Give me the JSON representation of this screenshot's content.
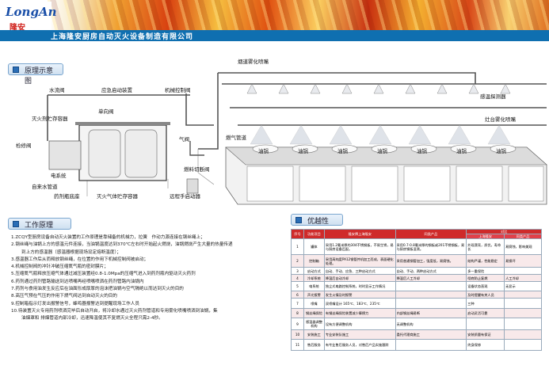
{
  "header": {
    "logo_text": "LongAn",
    "logo_cn": "隆安",
    "company": "上海隆安厨房自动灭火设备制造有限公司"
  },
  "sections": {
    "diagram_title": "原理示意图",
    "process_title": "工作原理",
    "advantage_title": "优越性"
  },
  "diagram_labels": {
    "smoke_hood": "烟道雾化喷嘴",
    "water_valve": "水流阀",
    "emergency": "应急启动装置",
    "mech_control": "机械控制阀",
    "extinguish_container": "灭火剂贮存容器",
    "check_valve": "单向阀",
    "temp_detector": "感温探测器",
    "cooktop_nozzle": "灶台雾化喷嘴",
    "gas_pipe": "燃气管道",
    "detector_line": "检修阀",
    "gas_valve": "气阀",
    "electric": "电系统",
    "fuel_valve": "燃料切断阀",
    "tap_water": "自来水管道",
    "agent_storage": "药剂瓶底座",
    "gas_storage": "灭火气体贮存容器",
    "remote_start": "远程手启动器",
    "wok": "油锅"
  },
  "process_steps": [
    "1.ZCQY型厨房设备自动灭火装置的工作原理是靠储备的机械力，拉簧　作动力源连接在钢丝绳上；",
    "2.钢丝绳与油锅上方的感温元件连接，当油锅温度达到370℃左右时开始起火燃烧，油锅燃烧产生大量的热量传递",
    "到上方的感温器（感温器根据现场设定熔断温度）；",
    "3.感温器工作后从而释放钢丝绳，在位置的作用下机械控制阀被启动；",
    "4.机械控制阀的冲针冲破压缩氮气瓶的密封膜片；",
    "5.压缩氮气瓶释放压缩气体通过减压装置经0.8-1.0Mpa的压缩气进入到药剂瓶内驱动灭火药剂",
    "6.药剂通过药剂管路输送到达喷嘴再经喷嘴喷洒在药剂管路内油锅内",
    "7.药剂与食用油发生反应后在油面形成厚厚的泡沫把油锅与空气隔绝以而达到灭火的目的",
    "8.高压气预在气压的作用下燃气阀达到自动灭火的目的",
    "9.控制箱指示灯发出报警信号，蜂鸣器报警达到提醒现场工作人员",
    "10.待装置灭火专用药剂喷洒完毕后自动开启，将冷却水通过灭火药剂管道和专用雾化喷嘴喷洒到油锅，集",
    "油烟罩和 排烟管道内部冷却，迅速降温使其不复燃灭火全程只需2-4秒。"
  ],
  "table": {
    "headers": [
      "序号",
      "功能项目",
      "隆安牌上海隆安",
      "同类产品",
      "对比"
    ],
    "sub_headers": [
      "上海隆安",
      "同类产品"
    ],
    "rows": [
      [
        "1",
        "罐体",
        "采用1.2毫米厚的304不锈钢板，不易生锈，易与厨房设备匹配。",
        "采用0.7-0.8毫米厚的钢板或201不锈钢板，易与厨房钢板混淆。",
        "外观漂亮，质优，寿命长",
        "易腐蚀，影响美观"
      ],
      [
        "2",
        "控制箱",
        "采用高纯度PA12钢管并机加工而成，表面硬化处理。",
        "采用普通钢管加工，强度低，易腐蚀。",
        "结构严谨，性能稳定",
        "易损坏"
      ],
      [
        "3",
        "启动方式",
        "自动、手动、应急、三种启动方式",
        "自动、手动、两种启动方式",
        "多一重保险",
        ""
      ],
      [
        "4",
        "冷却系统",
        "降温后自动冷却",
        "降温后人工冷却",
        "彻底防止复燃",
        "人工冷却"
      ],
      [
        "5",
        "电系统",
        "独立式电路控制系统，时时显示工作情况",
        "",
        "设备状态直观",
        "无显示"
      ],
      [
        "6",
        "声光报警",
        "发生火情及时报警",
        "",
        "及时提醒有关人员",
        ""
      ],
      [
        "7",
        "喷嘴",
        "双喷嘴设计 165℃、183℃、235℃",
        "",
        "三种",
        ""
      ],
      [
        "8",
        "钢丝绳保险",
        "有钢丝绳保险装置减少摩擦力",
        "内部钢丝绳易断",
        "启动灵活可靠",
        ""
      ],
      [
        "9",
        "感温器调整机构",
        "设有方便调整机构",
        "无调整机构",
        "",
        ""
      ],
      [
        "10",
        "安装施工",
        "专业安装队施工",
        "委托代理商施工",
        "安装质量有保证",
        ""
      ],
      [
        "11",
        "售后服务",
        "有专业售后服务人员，对售后产品实施跟踪",
        "",
        "终身保修",
        ""
      ]
    ]
  }
}
